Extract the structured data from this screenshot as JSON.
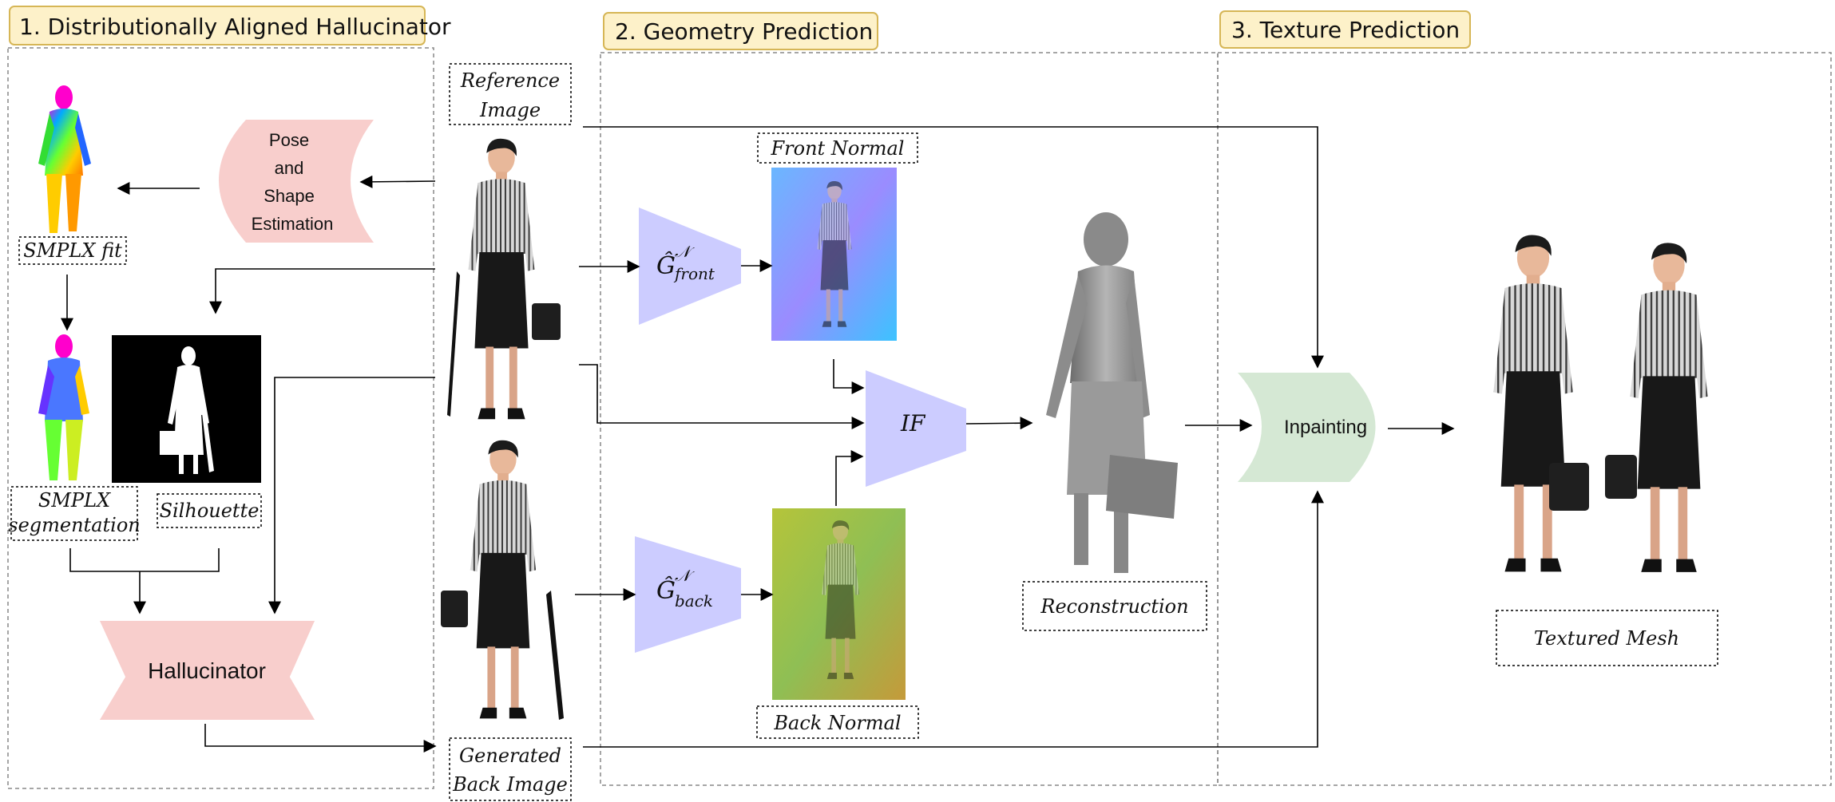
{
  "stages": [
    {
      "title": "1. Distributionally Aligned Hallucinator"
    },
    {
      "title": "2. Geometry Prediction"
    },
    {
      "title": "3. Texture Prediction"
    }
  ],
  "labels": {
    "reference_line1": "Reference",
    "reference_line2": "Image",
    "smplx_fit": "SMPLX fit",
    "smplx_seg_line1": "SMPLX",
    "smplx_seg_line2": "segmentation",
    "silhouette": "Silhouette",
    "front_normal": "Front Normal",
    "back_normal": "Back Normal",
    "reconstruction": "Reconstruction",
    "textured_mesh": "Textured Mesh",
    "generated_line1": "Generated",
    "generated_line2": "Back Image"
  },
  "blocks": {
    "pose_line1": "Pose",
    "pose_line2": "and",
    "pose_line3": "Shape",
    "pose_line4": "Estimation",
    "hallucinator": "Hallucinator",
    "inpainting": "Inpainting",
    "if": "IF",
    "g_symbol": "Ĝ",
    "g_super": "𝒩",
    "g_front_sub": "front",
    "g_back_sub": "back"
  },
  "colors": {
    "title_fill": "#fdf1c9",
    "title_stroke": "#d6b656",
    "pink": "#f8cecc",
    "lavender": "#ccccff",
    "green": "#d5e8d4",
    "dashed": "#888888"
  }
}
